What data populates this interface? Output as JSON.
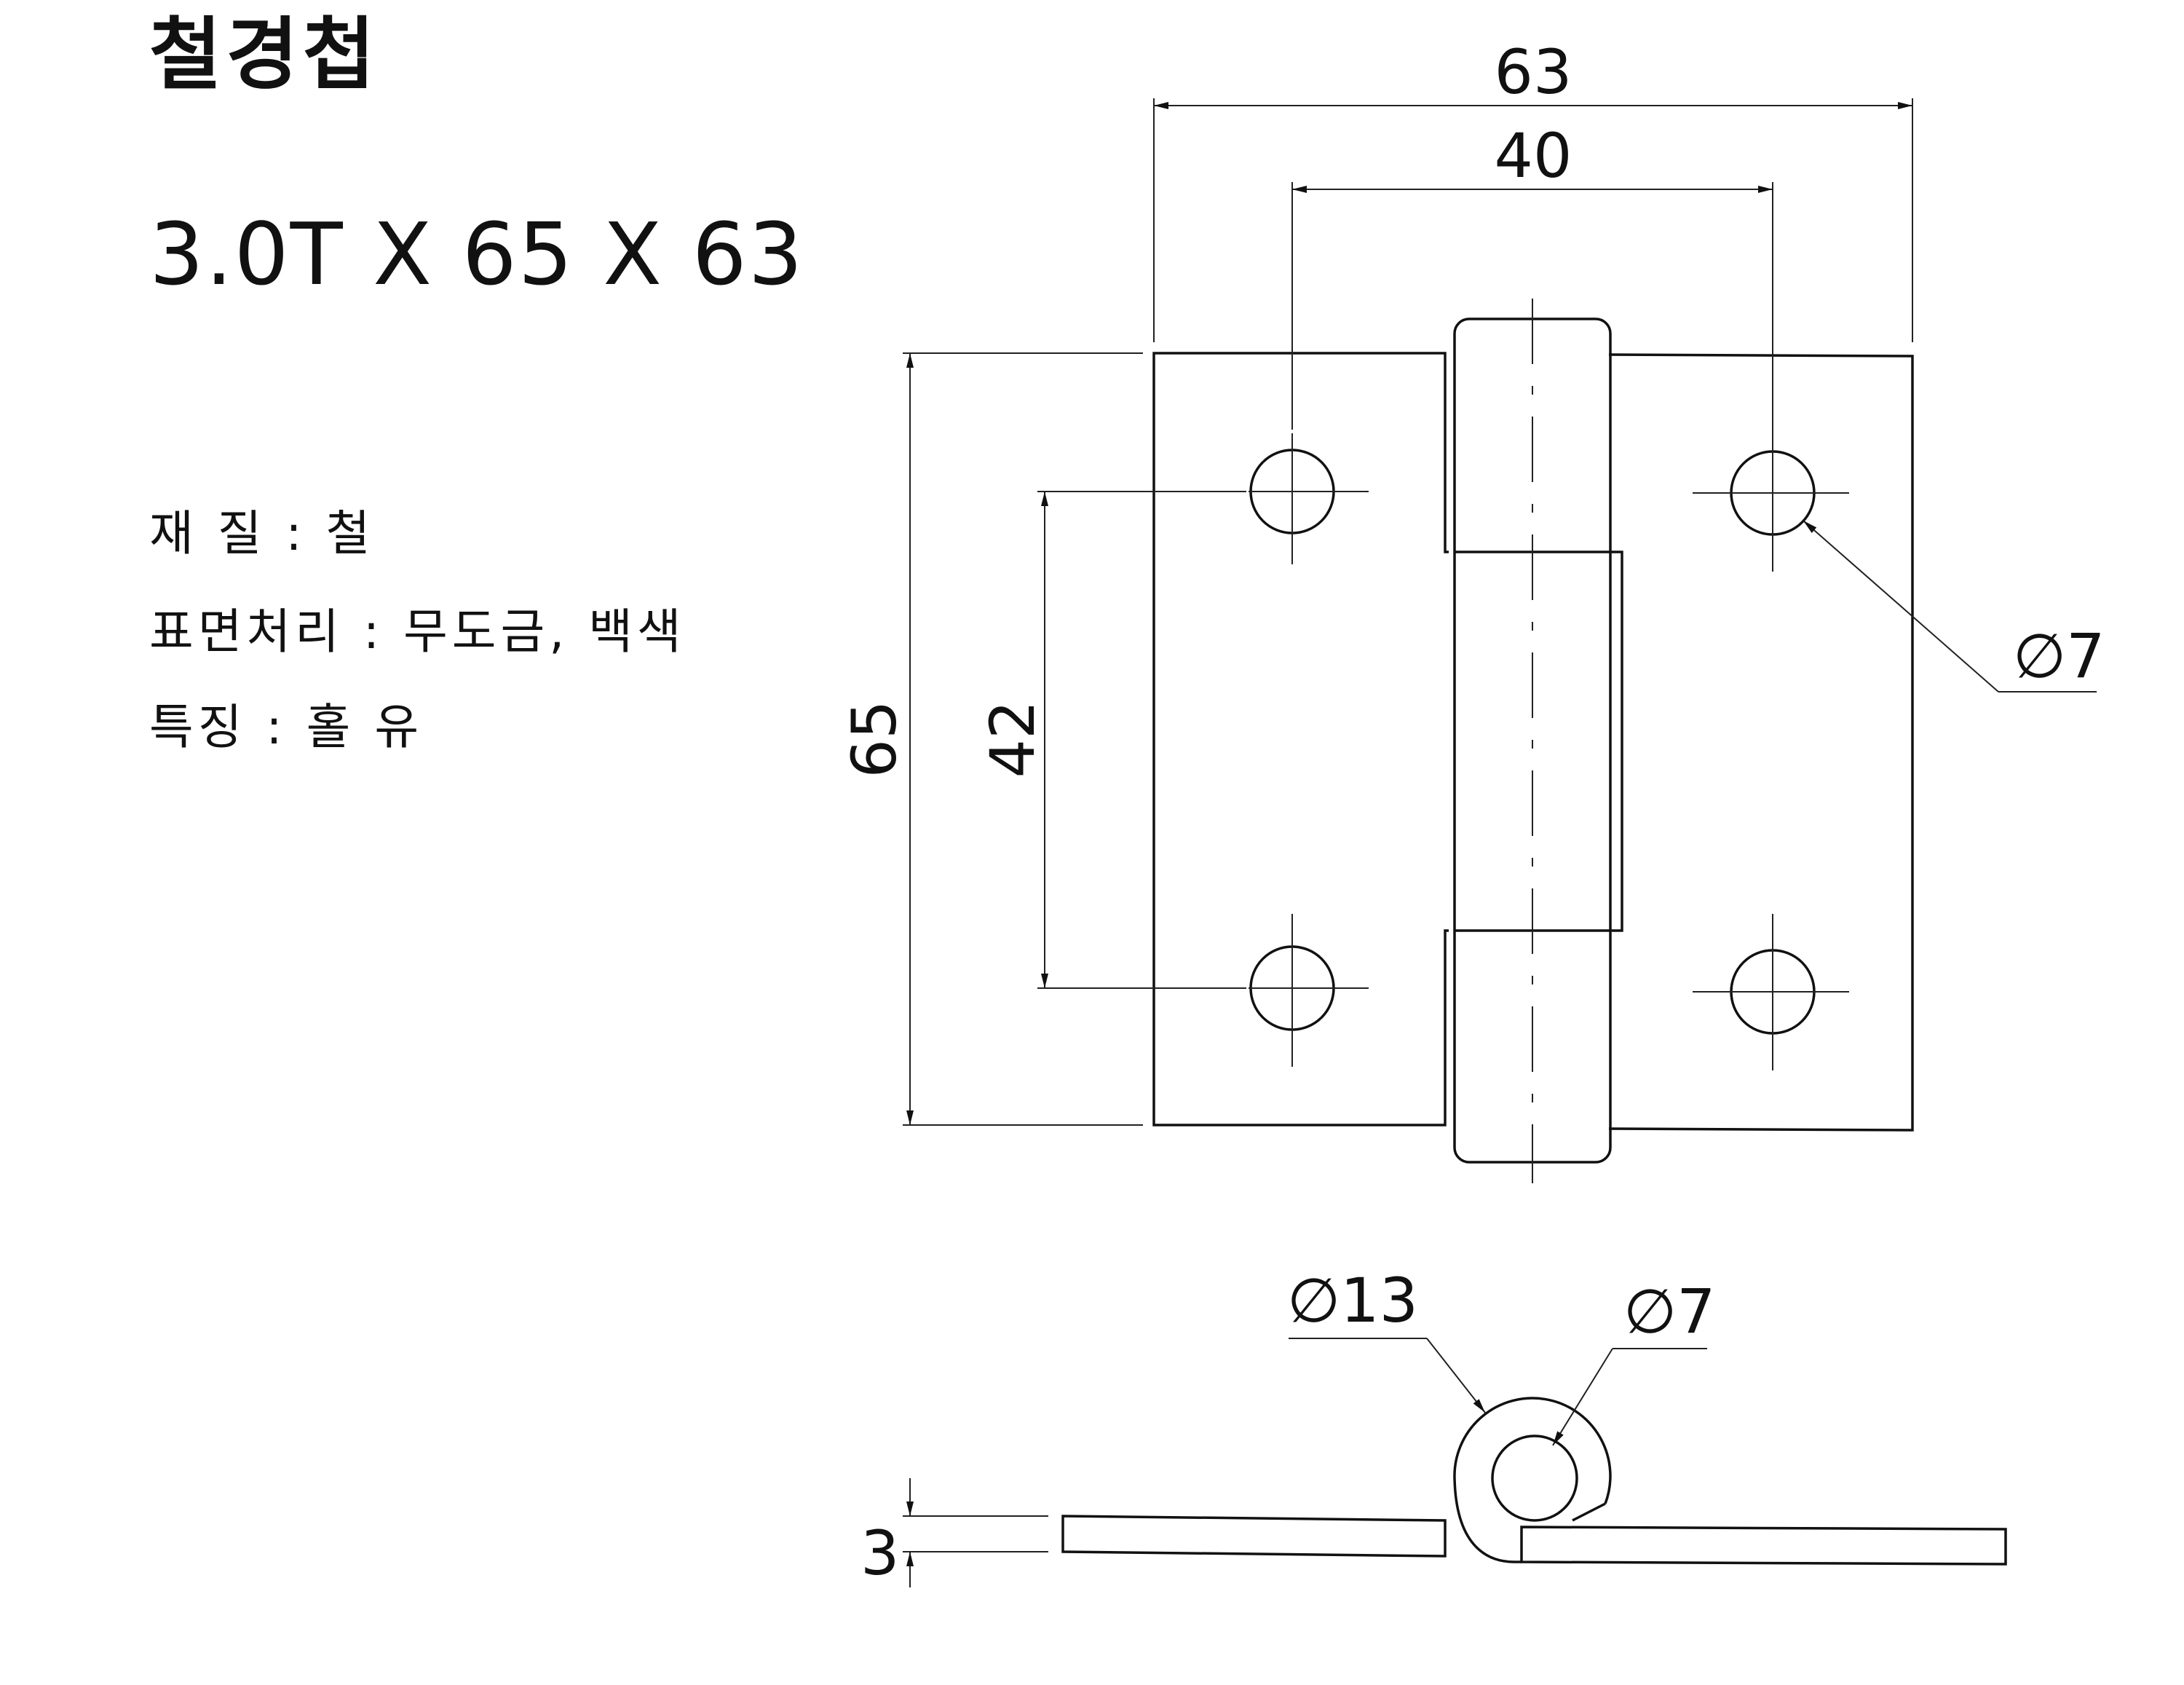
{
  "title": "철경첩",
  "size": "3.0T X 65 X 63",
  "specs": [
    "재 질 : 철",
    "표면처리 : 무도금, 백색",
    "특징 : 홀 유"
  ],
  "dimensions": {
    "overall_width": "63",
    "hole_spacing_horizontal": "40",
    "overall_height": "65",
    "hole_spacing_vertical": "42",
    "hole_diameter": "∅7",
    "knuckle_outer_diameter": "∅13",
    "pin_diameter": "∅7",
    "thickness": "3"
  }
}
